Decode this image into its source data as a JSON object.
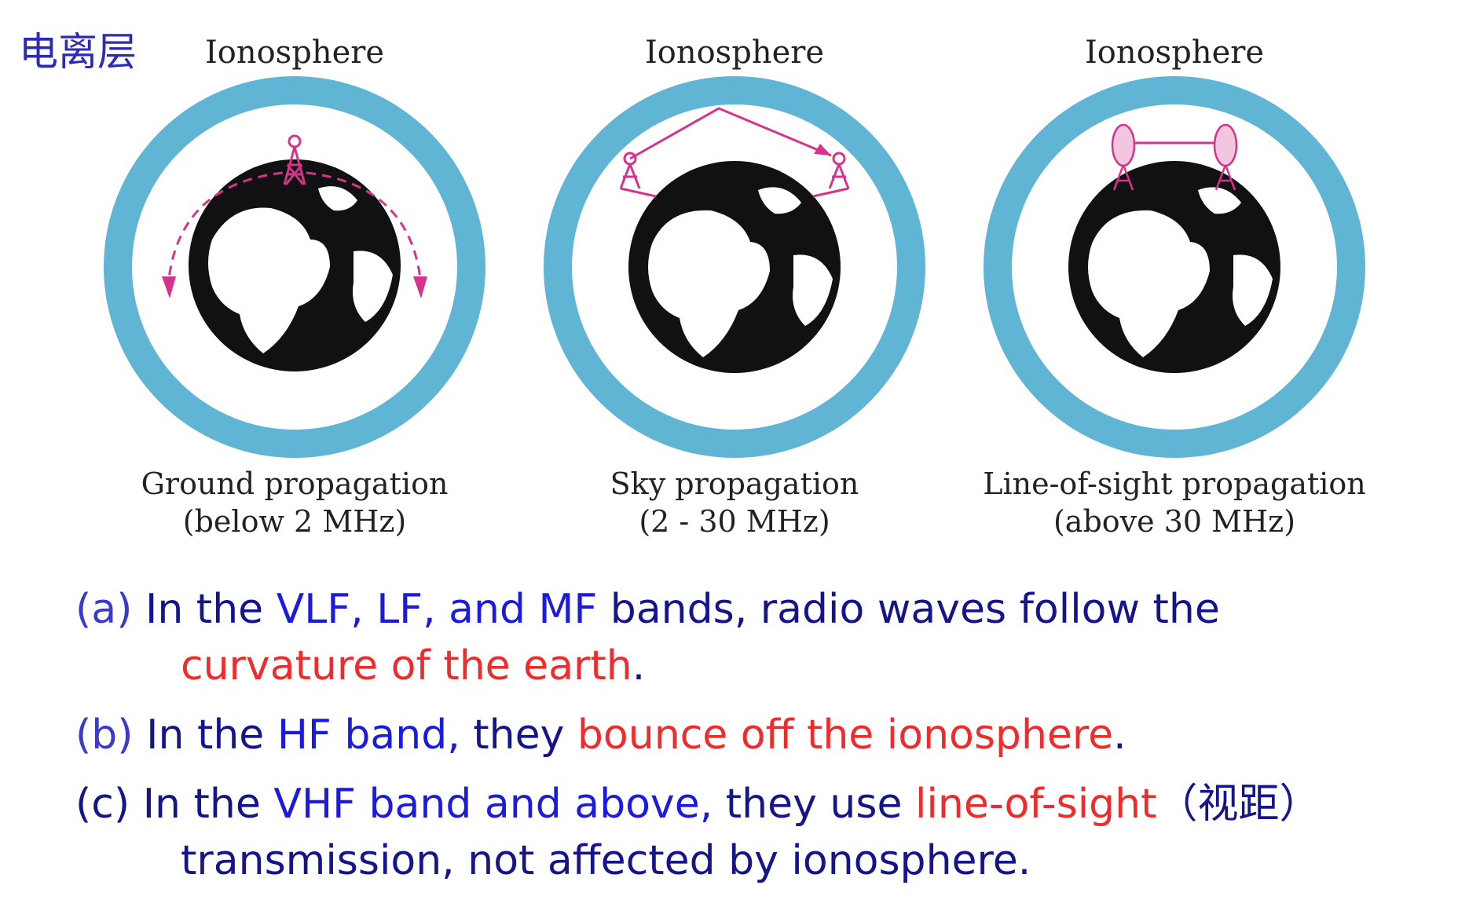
{
  "corner_label": "电离层",
  "panels": [
    {
      "title": "Ionosphere",
      "caption_line1": "Ground propagation",
      "caption_line2": "(below 2 MHz)",
      "mode": "ground"
    },
    {
      "title": "Ionosphere",
      "caption_line1": "Sky propagation",
      "caption_line2": "(2 - 30 MHz)",
      "mode": "sky"
    },
    {
      "title": "Ionosphere",
      "caption_line1": "Line-of-sight propagation",
      "caption_line2": "(above 30 MHz)",
      "mode": "los"
    }
  ],
  "colors": {
    "ionosphere_ring": "#5fb5d3",
    "earth": "#111111",
    "signal": "#d6338a",
    "label_blue": "#3a3ad0",
    "text_navy": "#14148c",
    "text_blue": "#1a1ae0",
    "text_red": "#ef2b2b"
  },
  "notes": {
    "a": {
      "label": "(a)",
      "p1": "In the ",
      "p2": "VLF, LF, and MF",
      "p3": " bands, radio waves follow the",
      "p4": "curvature of the earth",
      "p5": "."
    },
    "b": {
      "label": "(b)",
      "p1": "In the ",
      "p2": "HF band,",
      "p3": " they ",
      "p4": "bounce off the ionosphere",
      "p5": "."
    },
    "c": {
      "label": "(c)",
      "p1": "In the ",
      "p2": "VHF band and above,",
      "p3": "  they use ",
      "p4": "line-of-sight",
      "p5": "（视距）",
      "p6": "transmission, not affected by ionosphere."
    }
  }
}
